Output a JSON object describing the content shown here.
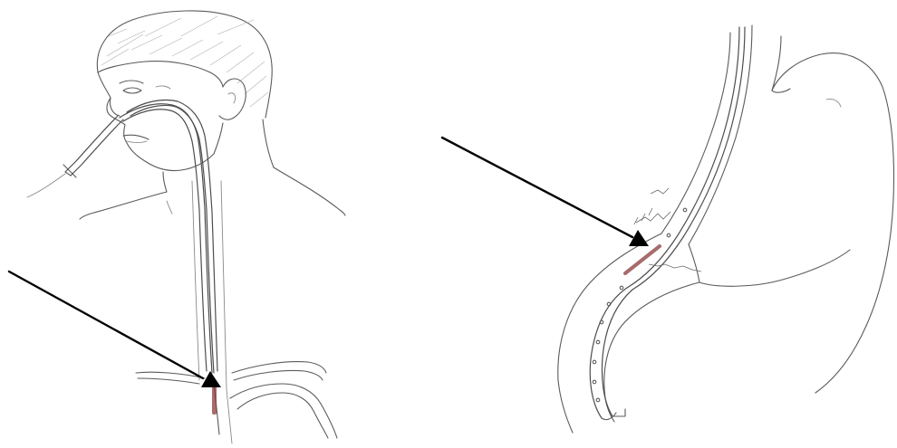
{
  "figure": {
    "panels": [
      {
        "id": "left",
        "subject": "head-neck-esophagus-with-nasal-tube"
      },
      {
        "id": "right",
        "subject": "esophagogastric-junction-with-tube"
      }
    ],
    "colors": {
      "background": "#ffffff",
      "pencil": "#5a5a5a",
      "arrow": "#000000",
      "marker": "#8b3a3a"
    }
  }
}
